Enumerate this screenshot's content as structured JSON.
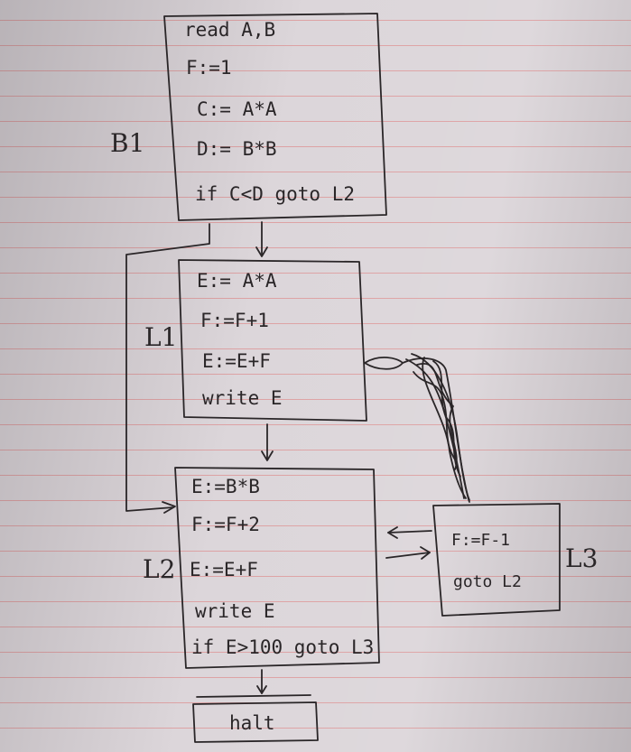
{
  "blocks": {
    "B1": {
      "label": "B1",
      "lines": [
        "read A,B",
        "F:=1",
        "C:= A*A",
        "D:= B*B",
        "if C<D goto L2"
      ]
    },
    "L1": {
      "label": "L1",
      "lines": [
        "E:= A*A",
        "F:=F+1",
        "E:=E+F",
        "write E"
      ]
    },
    "L2": {
      "label": "L2",
      "lines": [
        "E:=B*B",
        "F:=F+2",
        "E:=E+F",
        "write E",
        "if E>100 goto L3"
      ]
    },
    "L3": {
      "label": "L3",
      "lines": [
        "F:=F-1",
        "goto L2"
      ]
    },
    "halt": {
      "label": "halt"
    }
  }
}
